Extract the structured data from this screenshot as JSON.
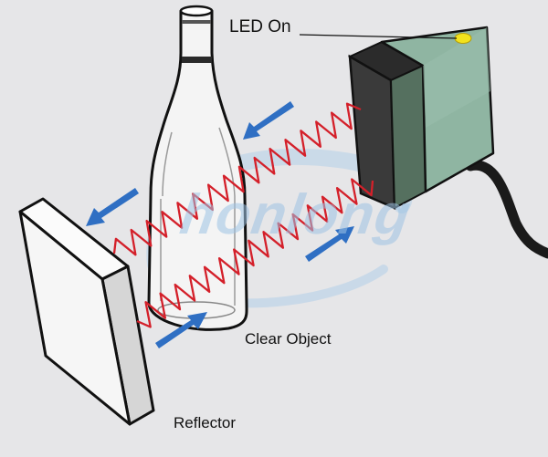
{
  "labels": {
    "led": "LED On",
    "object": "Clear Object",
    "reflector": "Reflector"
  },
  "watermark": "honlong",
  "colors": {
    "background": "#e6e6e8",
    "sensor_face": "#8fb5a2",
    "sensor_side": "#4f6b5f",
    "sensor_front": "#333333",
    "led": "#f2e21d",
    "beam": "#d4202a",
    "arrow": "#2f6fc3",
    "reflector": "#f6f6f6",
    "bottle": "#f4f4f4"
  }
}
